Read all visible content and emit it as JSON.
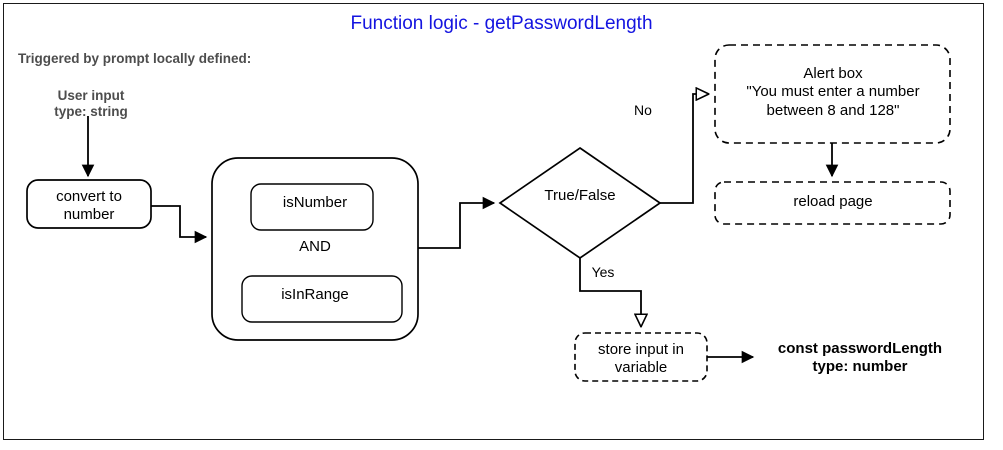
{
  "diagram": {
    "title": "Function logic - getPasswordLength",
    "title_color": "#1414e0",
    "border_color": "#1a1a1a",
    "notes": {
      "trigger": "Triggered by prompt locally defined:",
      "user_input": "User input\ntype: string"
    },
    "nodes": {
      "convert": "convert to\nnumber",
      "is_number": "isNumber",
      "and": "AND",
      "is_in_range": "isInRange",
      "decision": "True/False",
      "alert": "Alert box\n\"You must enter a number\nbetween 8 and 128\"",
      "reload": "reload page",
      "store": "store input in\nvariable",
      "result": "const passwordLength\ntype: number"
    },
    "edges": {
      "no": "No",
      "yes": "Yes"
    }
  }
}
